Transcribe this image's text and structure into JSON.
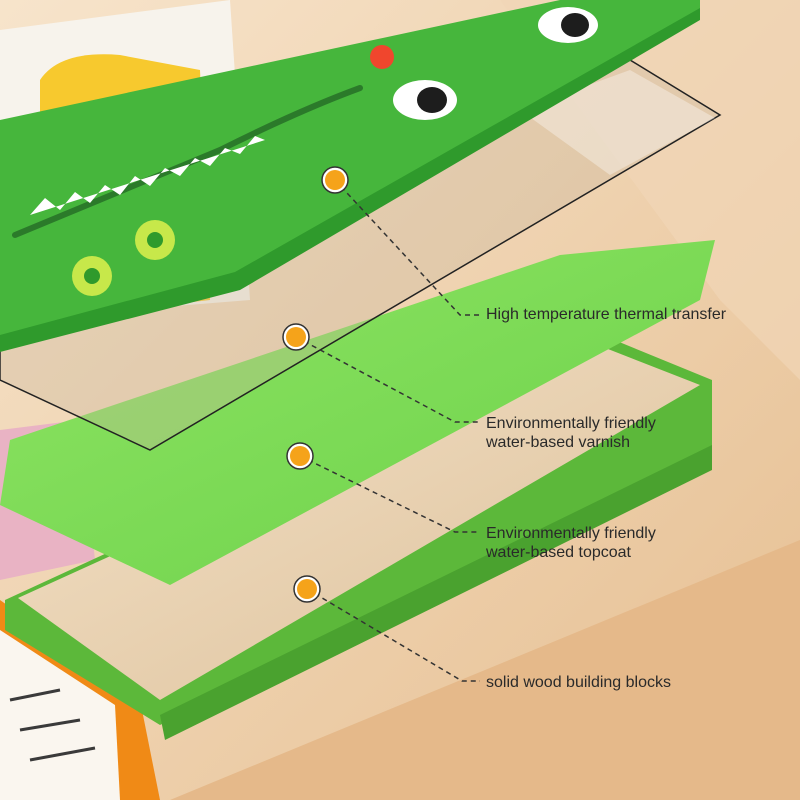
{
  "callouts": [
    {
      "id": "thermal-transfer",
      "lines": [
        "High temperature thermal transfer"
      ]
    },
    {
      "id": "varnish",
      "lines": [
        "Environmentally friendly",
        "water-based varnish"
      ]
    },
    {
      "id": "topcoat",
      "lines": [
        "Environmentally friendly",
        "water-based topcoat"
      ]
    },
    {
      "id": "wood",
      "lines": [
        "solid wood building blocks"
      ]
    }
  ],
  "colors": {
    "background_wood": "#f3dcc0",
    "wood_tray": "#e8c9a3",
    "block_green": "#7ed957",
    "block_green_dark": "#5cb83a",
    "print_green": "#46b63c",
    "print_green_dark": "#2f9a2c",
    "marker": "#f5a31a",
    "leader_line": "#333333",
    "crocodile_nostril": "#f0462d",
    "block_side_orange": "#f08a16",
    "block_pink": "#e9b3c4",
    "block_yellow": "#f7c92e"
  },
  "icons": {
    "marker": "orange-circle-marker-icon",
    "crocodile_eye": "crocodile-eye-icon"
  }
}
